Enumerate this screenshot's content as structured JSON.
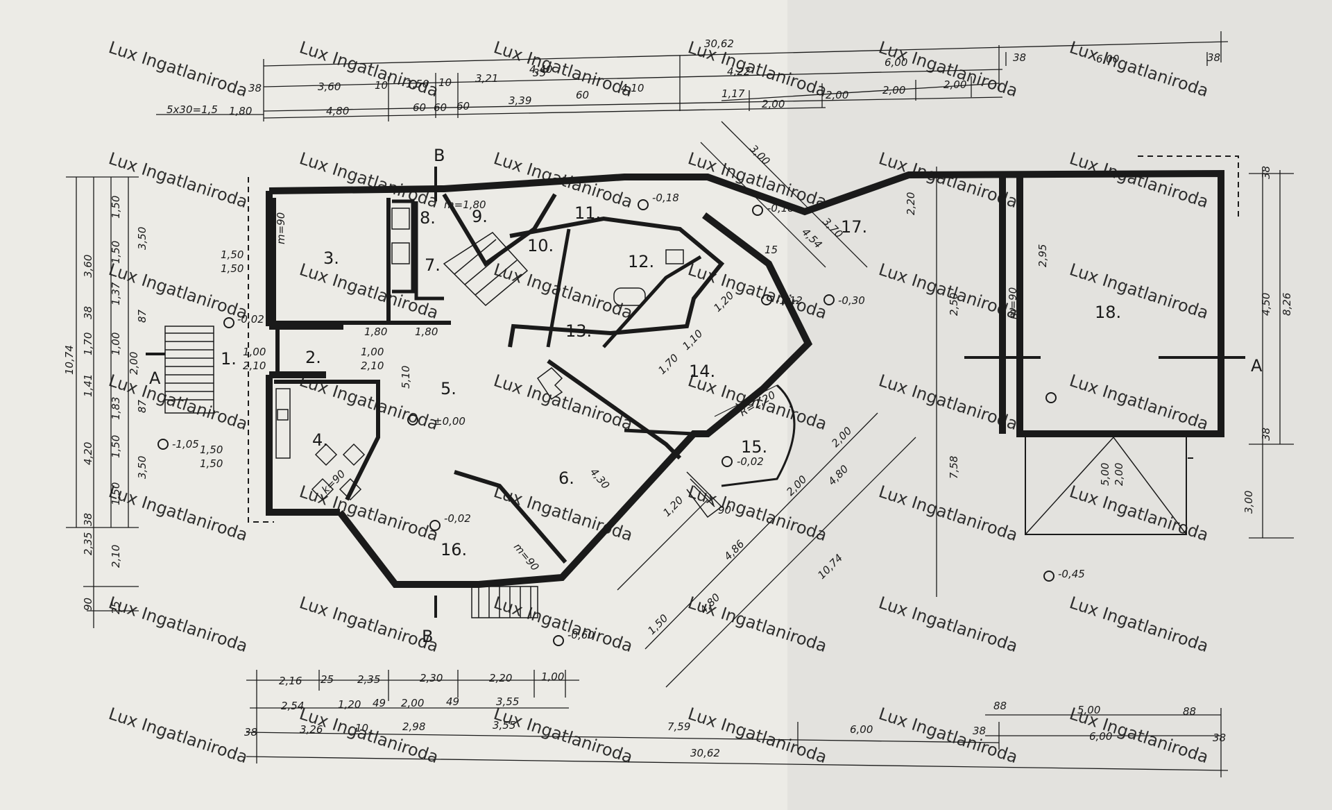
{
  "watermark": "Lux Ingatlaniroda",
  "rooms": [
    "1.",
    "2.",
    "3.",
    "4.",
    "5.",
    "6.",
    "7.",
    "8.",
    "9.",
    "10.",
    "11.",
    "12.",
    "13.",
    "14.",
    "15.",
    "16.",
    "17.",
    "18."
  ],
  "section_marks": [
    "A",
    "A",
    "B",
    "B"
  ],
  "levels": [
    "-0,02",
    "-1,05",
    "±0,00",
    "-0,02",
    "-0,60",
    "-0,18",
    "-0,18",
    "-0,30",
    "-1,12",
    "-0,02",
    "-0,45"
  ],
  "dims_top": {
    "overall": "30,62",
    "row1": [
      "4,40",
      "4,22",
      "6,00",
      "38",
      "6,00",
      "38"
    ],
    "row2": [
      "38",
      "3,60",
      "10",
      "1,50",
      "10",
      "3,21",
      "35",
      "4,10",
      "1,17",
      "2,00",
      "2,00",
      "2,00",
      "2,00"
    ],
    "row3": [
      "5x30=1,5",
      "1,80",
      "4,80",
      "60",
      "60",
      "60",
      "3,39",
      "60"
    ]
  },
  "dims_bottom": {
    "row1": [
      "2,16",
      "25",
      "2,35",
      "2,30",
      "2,20",
      "1,00"
    ],
    "row2": [
      "2,54",
      "1,20",
      "49",
      "2,00",
      "49",
      "3,55"
    ],
    "row3": [
      "38",
      "3,26",
      "10",
      "2,98",
      "3,55",
      "7,59",
      "6,00",
      "38",
      "6,00",
      "38"
    ],
    "overall": "30,62",
    "garage": [
      "88",
      "5,00",
      "88"
    ]
  },
  "dims_left": [
    "10,74",
    "3,60",
    "1,50",
    "1,50",
    "1,37",
    "38",
    "1,70",
    "1,00",
    "2,00",
    "1,41",
    "1,83",
    "4,20",
    "1,50",
    "1,50",
    "2,35",
    "38",
    "2,10",
    "90",
    "25",
    "3,50",
    "3,50",
    "87",
    "87"
  ],
  "dims_right": [
    "8,26",
    "4,50",
    "38",
    "38",
    "3,00"
  ],
  "dims_other": [
    "1,50",
    "1,50",
    "1,00",
    "2,10",
    "1,00",
    "2,10",
    "1,80",
    "1,80",
    "1,50",
    "1,50",
    "5,10",
    "7,58",
    "2,50",
    "2,95",
    "2,20",
    "4,86",
    "4,80",
    "10,74",
    "2,00",
    "2,00",
    "1,50",
    "4,80",
    "3,00",
    "4,54",
    "3,70",
    "R=2,20",
    "m=90",
    "m=90",
    "m=90",
    "m=1,80",
    "k=90",
    "5,00",
    "2,00",
    "4,30",
    "1,20",
    "90",
    "15",
    "1,20",
    "1,70",
    "1,10"
  ]
}
